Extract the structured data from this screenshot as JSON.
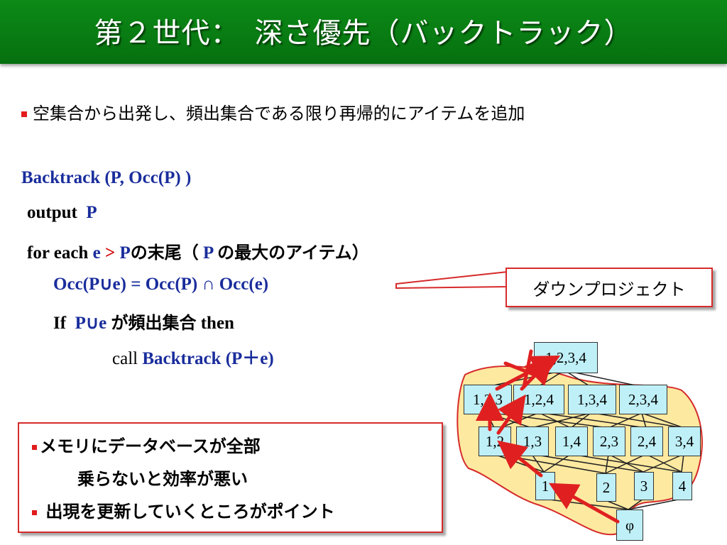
{
  "title": "第２世代：　深さ優先（バックトラック）",
  "bullet_text": "空集合から出発し、頻出集合である限り再帰的にアイテムを追加",
  "code": {
    "line1": "Backtrack   (P, Occ(P) )",
    "line2_kw": "output",
    "line2_var": "P",
    "line3_kw": "for each",
    "line3_e": "e",
    "line3_gt": ">",
    "line3_p": "P",
    "line3_jp": "の末尾（",
    "line3_p2": "P",
    "line3_jp2": "の最大のアイテム）",
    "line4": "Occ(P∪e) =   Occ(P) ∩  Occ(e)",
    "line5_kw": "If",
    "line5_var": "P∪e",
    "line5_jp": "が頻出集合",
    "line5_then": "then",
    "line6_call": "call",
    "line6_rest": "Backtrack   (P＋e)"
  },
  "callout": "ダウンプロジェクト",
  "notes": {
    "line1": "メモリにデータベースが全部",
    "line2": "乗らないと効率が悪い",
    "line3": "出現を更新していくところがポイント"
  },
  "lattice": {
    "top": "1,2,3,4",
    "level3": [
      "1,2,3",
      "1,2,4",
      "1,3,4",
      "2,3,4"
    ],
    "level2": [
      "1,2",
      "1,3",
      "1,4",
      "2,3",
      "2,4",
      "3,4"
    ],
    "level1": [
      "1",
      "2",
      "3",
      "4"
    ],
    "bottom": "φ"
  },
  "colors": {
    "title_bg": "#0c8a17",
    "accent_red": "#d62a2a",
    "code_blue": "#1a2d9c",
    "node_fill": "#bff0f7",
    "region_fill": "#fde9a0"
  }
}
